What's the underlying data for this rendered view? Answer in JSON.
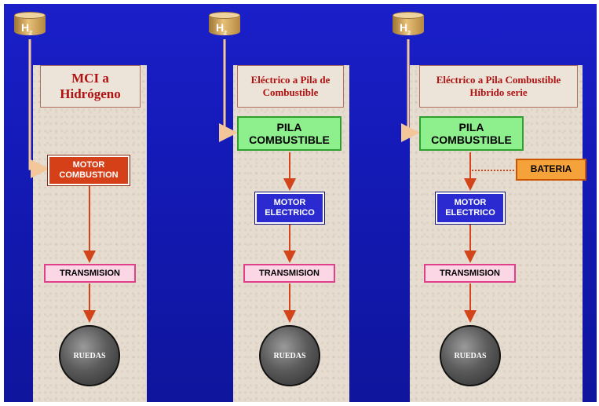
{
  "h2_tank": {
    "label": "H",
    "subscript": "2"
  },
  "columns": [
    {
      "title": "MCI a Hidrógeno",
      "engine": "MOTOR COMBUSTION",
      "transmission": "TRANSMISION",
      "wheels": "RUEDAS"
    },
    {
      "title": "Eléctrico a Pila de Combustible",
      "fuel_cell": "PILA COMBUSTIBLE",
      "motor": "MOTOR ELECTRICO",
      "transmission": "TRANSMISION",
      "wheels": "RUEDAS"
    },
    {
      "title": "Eléctrico a Pila Combustible Híbrido serie",
      "fuel_cell": "PILA COMBUSTIBLE",
      "battery": "BATERIA",
      "motor": "MOTOR ELECTRICO",
      "transmission": "TRANSMISION",
      "wheels": "RUEDAS"
    }
  ],
  "colors": {
    "background": "#1517b0",
    "panel": "#e6dccf",
    "title_text": "#b01212",
    "h2_pipe": "#f3c79a",
    "flow_arrow": "#d2441a",
    "combustion_motor": "#d64018",
    "fuel_cell": "#8df08d",
    "electric_motor": "#2a2ad0",
    "transmission": "#fbd6e4",
    "battery": "#f5a23a"
  }
}
